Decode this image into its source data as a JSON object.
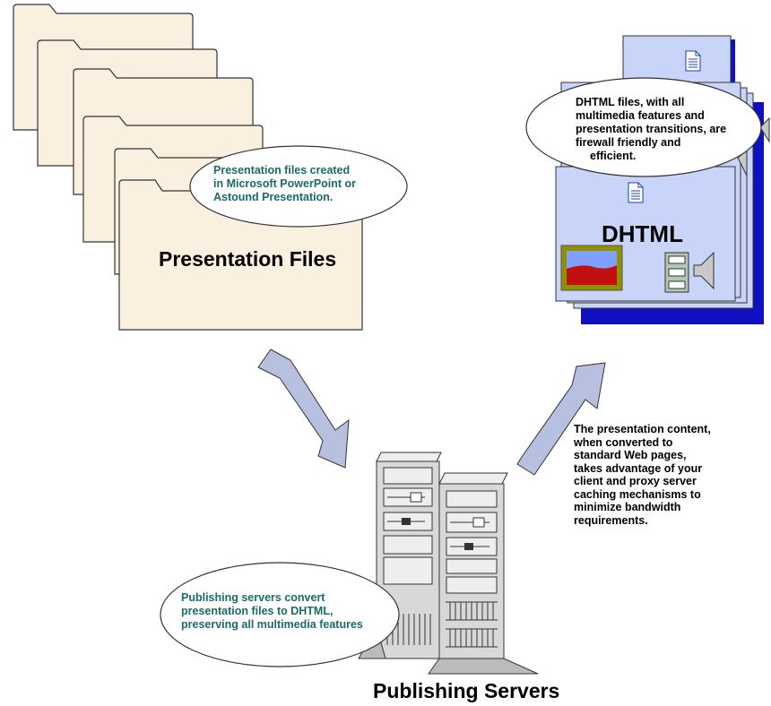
{
  "presentation": {
    "title": "Presentation Files",
    "callout": [
      "Presentation files created",
      "in Microsoft PowerPoint or",
      "Astound Presentation."
    ]
  },
  "dhtml": {
    "title": "DHTML",
    "callout": [
      "DHTML files, with all",
      "multimedia features and",
      "presentation transitions, are",
      "firewall friendly  and",
      "efficient."
    ]
  },
  "servers": {
    "title": "Publishing Servers",
    "callout": [
      "Publishing servers convert",
      "presentation files to DHTML,",
      "preserving all multimedia features"
    ]
  },
  "caching_note": [
    "The presentation content,",
    "when converted to",
    "standard Web pages,",
    "takes advantage of your",
    "client and proxy server",
    "caching mechanisms to",
    "minimize bandwidth",
    "requirements."
  ],
  "colors": {
    "folder_fill": "#faf0e0",
    "arrow_fill": "#b8c0e0",
    "page_fill": "#c8d4f8",
    "page_shadow": "#1010c0",
    "server_fill": "#d8d8d8"
  }
}
